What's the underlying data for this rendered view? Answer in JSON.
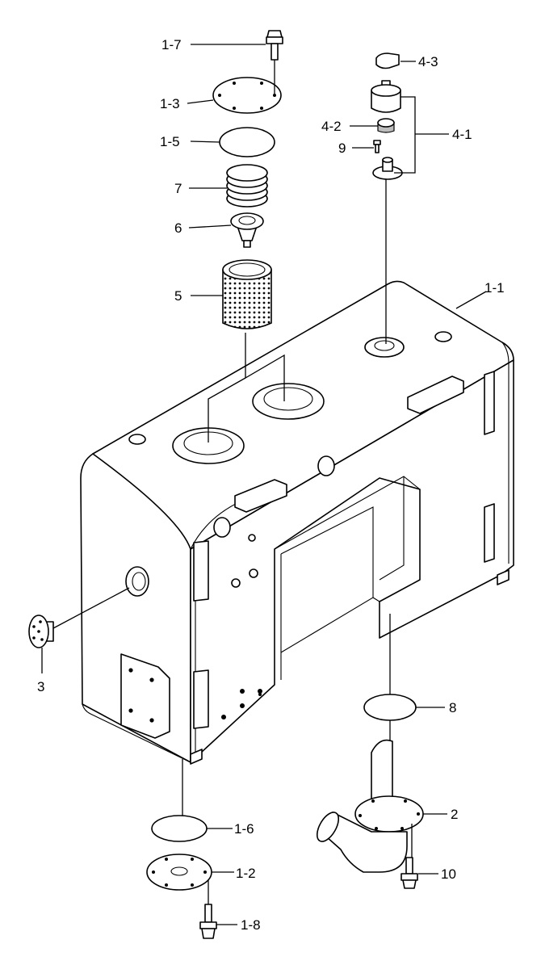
{
  "diagram": {
    "labels": {
      "l_1_7": "1-7",
      "l_1_3": "1-3",
      "l_1_5": "1-5",
      "l_7": "7",
      "l_6": "6",
      "l_5": "5",
      "l_4_3": "4-3",
      "l_4_2": "4-2",
      "l_9": "9",
      "l_4_1": "4-1",
      "l_1_1": "1-1",
      "l_3": "3",
      "l_8": "8",
      "l_2": "2",
      "l_1_6": "1-6",
      "l_1_2": "1-2",
      "l_10": "10",
      "l_1_8": "1-8"
    }
  }
}
